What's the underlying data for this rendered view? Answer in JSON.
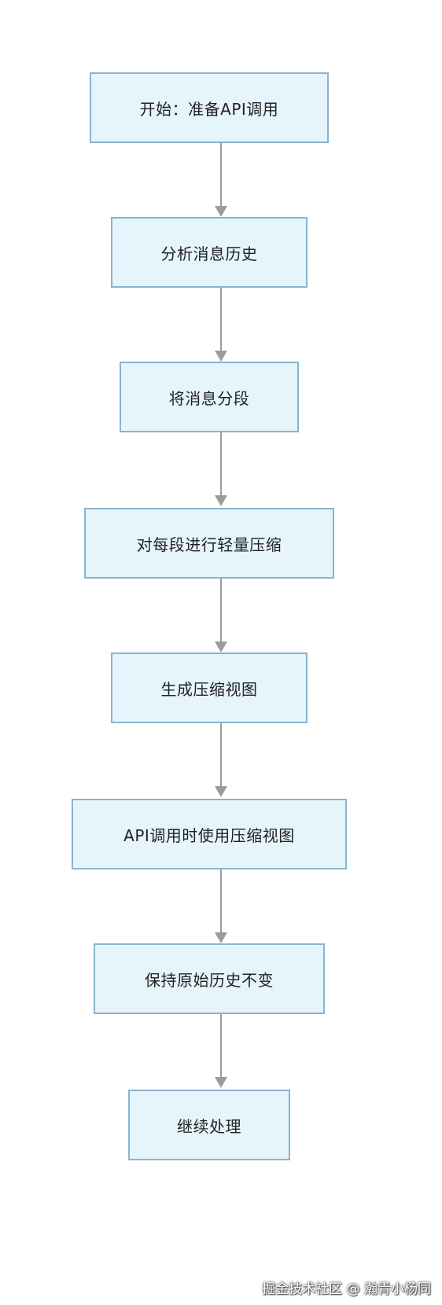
{
  "diagram": {
    "nodes": [
      {
        "id": "n1",
        "label": "开始：准备API调用"
      },
      {
        "id": "n2",
        "label": "分析消息历史"
      },
      {
        "id": "n3",
        "label": "将消息分段"
      },
      {
        "id": "n4",
        "label": "对每段进行轻量压缩"
      },
      {
        "id": "n5",
        "label": "生成压缩视图"
      },
      {
        "id": "n6",
        "label": "API调用时使用压缩视图"
      },
      {
        "id": "n7",
        "label": "保持原始历史不变"
      },
      {
        "id": "n8",
        "label": "继续处理"
      }
    ],
    "edges": [
      {
        "from": "n1",
        "to": "n2"
      },
      {
        "from": "n2",
        "to": "n3"
      },
      {
        "from": "n3",
        "to": "n4"
      },
      {
        "from": "n4",
        "to": "n5"
      },
      {
        "from": "n5",
        "to": "n6"
      },
      {
        "from": "n6",
        "to": "n7"
      },
      {
        "from": "n7",
        "to": "n8"
      }
    ],
    "colors": {
      "node_fill": "#e6f4fb",
      "node_border": "#8ab3cf",
      "edge": "#9c9c9c"
    }
  },
  "watermark": {
    "text": "掘金技术社区 @ 瀚青小杨同"
  }
}
